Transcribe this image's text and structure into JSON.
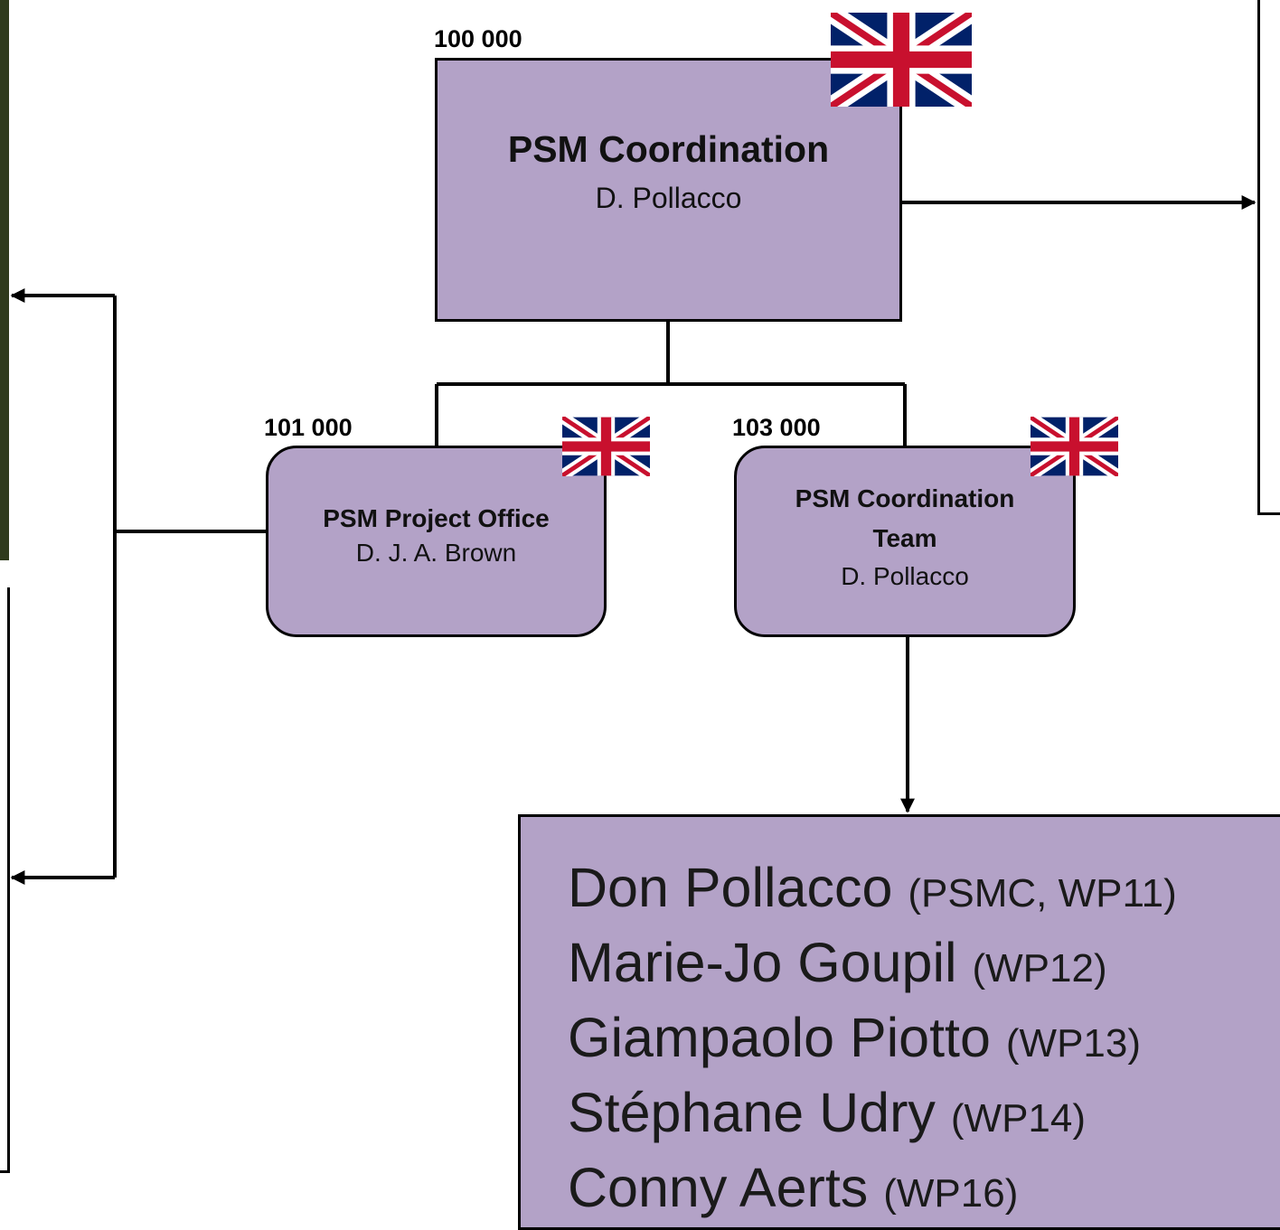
{
  "nodes": {
    "coordination": {
      "code": "100 000",
      "title": "PSM Coordination",
      "person": "D. Pollacco"
    },
    "project_office": {
      "code": "101 000",
      "title": "PSM Project Office",
      "person": "D. J. A. Brown"
    },
    "coordination_team": {
      "code": "103 000",
      "title": "PSM Coordination Team",
      "person": "D. Pollacco"
    }
  },
  "team_members": [
    {
      "name": "Don Pollacco",
      "role": "(PSMC, WP11)"
    },
    {
      "name": "Marie-Jo Goupil",
      "role": "(WP12)"
    },
    {
      "name": "Giampaolo Piotto",
      "role": "(WP13)"
    },
    {
      "name": "Stéphane Udry",
      "role": "(WP14)"
    },
    {
      "name": "Conny Aerts",
      "role": "(WP16)"
    }
  ],
  "colors": {
    "box_fill": "#b3a2c7",
    "line": "#000000"
  },
  "icons": {
    "flag": "uk-flag-icon"
  }
}
